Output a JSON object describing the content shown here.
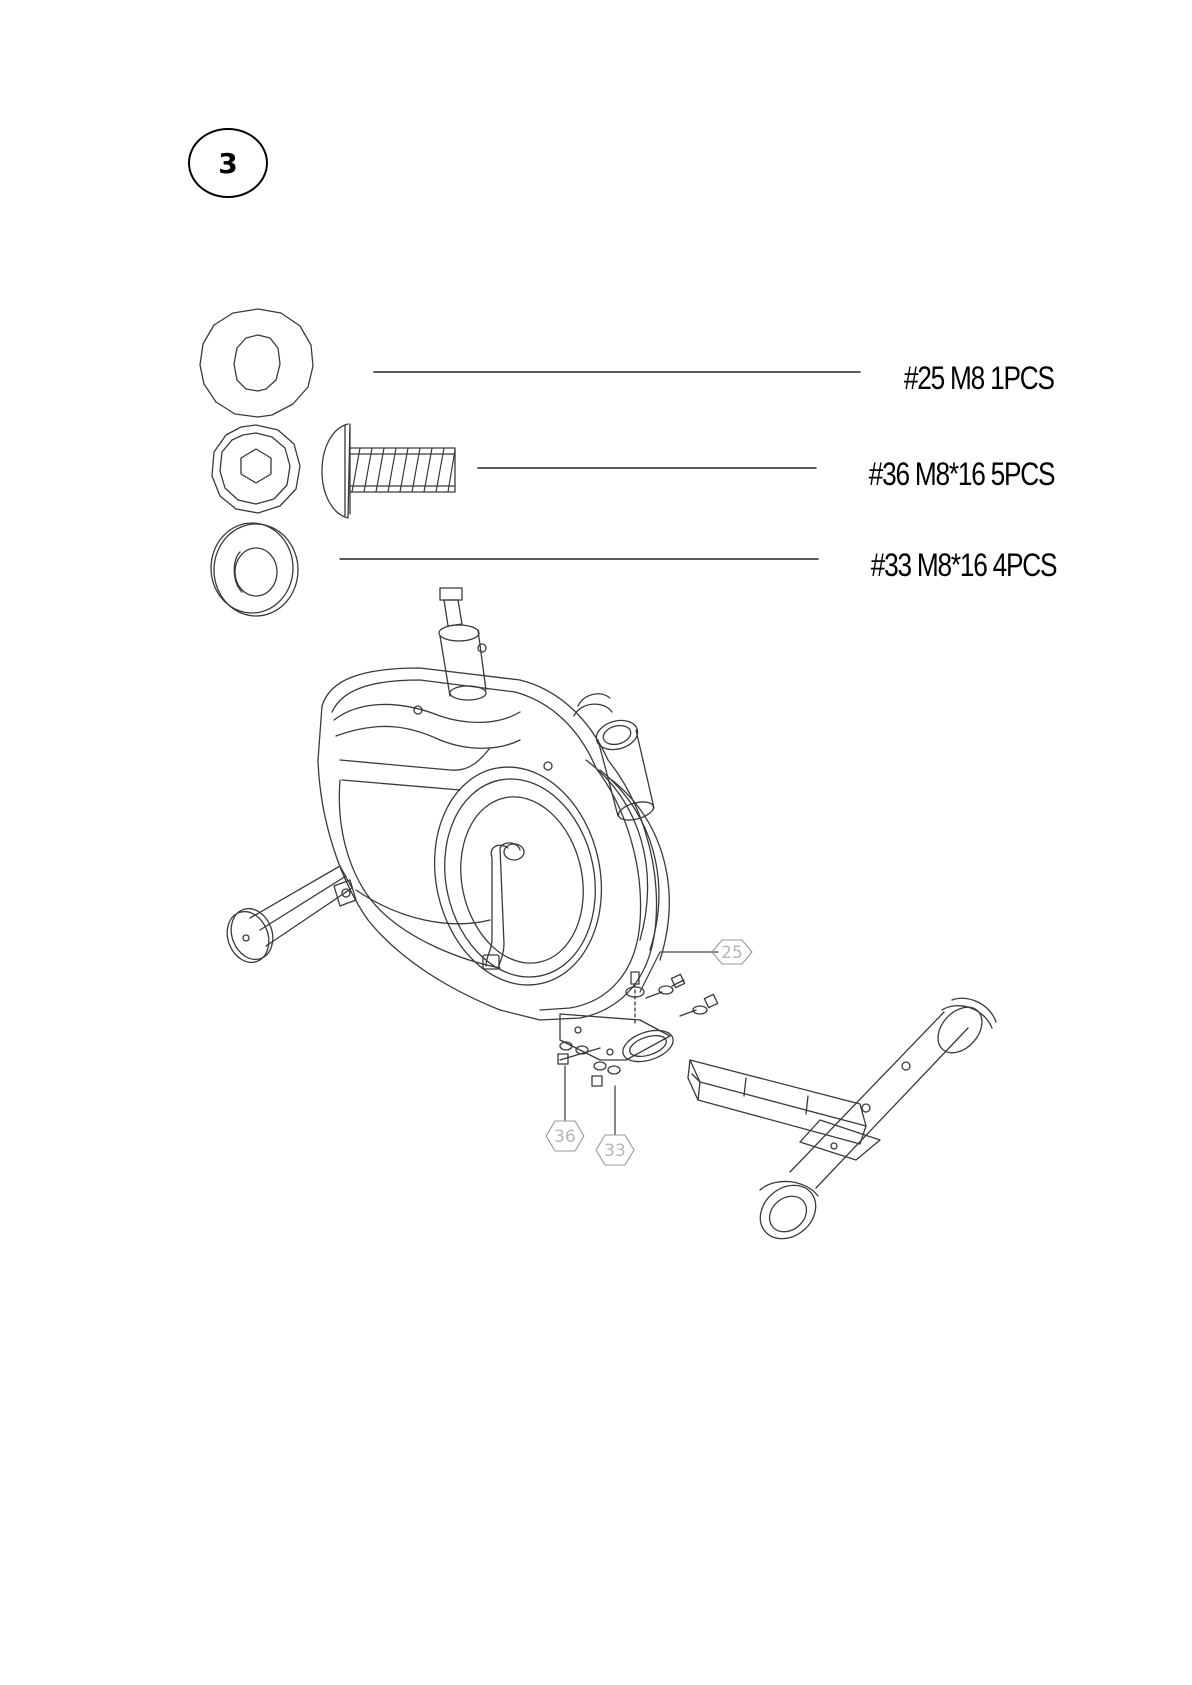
{
  "step": {
    "number": "3"
  },
  "parts": [
    {
      "label": "#25  M8  1PCS"
    },
    {
      "label": "#36  M8*16  5PCS"
    },
    {
      "label": "#33  M8*16  4PCS"
    }
  ],
  "callouts": [
    "25",
    "36",
    "33"
  ]
}
